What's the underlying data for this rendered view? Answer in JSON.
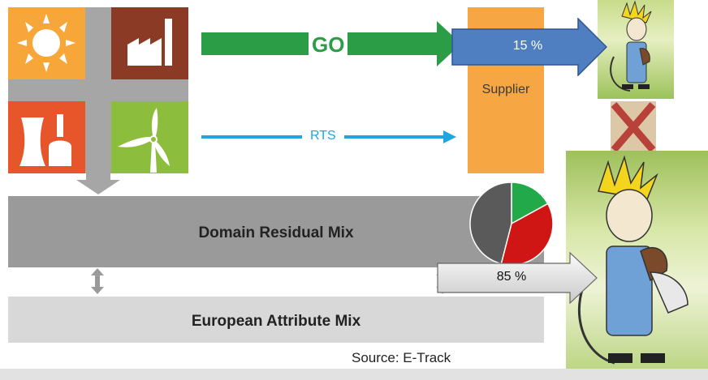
{
  "diagram": {
    "labels": {
      "go": "GO",
      "rts": "RTS",
      "supplier": "Supplier",
      "domain_residual_mix": "Domain Residual Mix",
      "european_attribute_mix": "European Attribute Mix",
      "share_go": "15 %",
      "share_residual": "85 %",
      "source": "Source: E-Track"
    },
    "icons": [
      "sun-icon",
      "factory-icon",
      "nuclear-plant-icon",
      "wind-turbine-icon",
      "consumer-cartoon",
      "cross-out-icon",
      "pie-chart-icon"
    ],
    "colors": {
      "sun_tile": "#f7a73a",
      "factory_tile": "#8b3a26",
      "nuclear_tile": "#e7552a",
      "wind_tile": "#8dbd3c",
      "go_arrow": "#2a9d46",
      "rts_arrow": "#1fa5e0",
      "supplier_box": "#f6a744",
      "share_arrow_blue": "#4f7fc1",
      "residual_bar": "#9a9a9a",
      "attribute_bar": "#d8d8d8",
      "cross": "#b8423a"
    }
  },
  "chart_data": {
    "type": "pie",
    "slices": [
      {
        "color": "#22aa4a",
        "value": 17
      },
      {
        "color": "#d01515",
        "value": 37
      },
      {
        "color": "#5a5a5a",
        "value": 46
      }
    ]
  }
}
